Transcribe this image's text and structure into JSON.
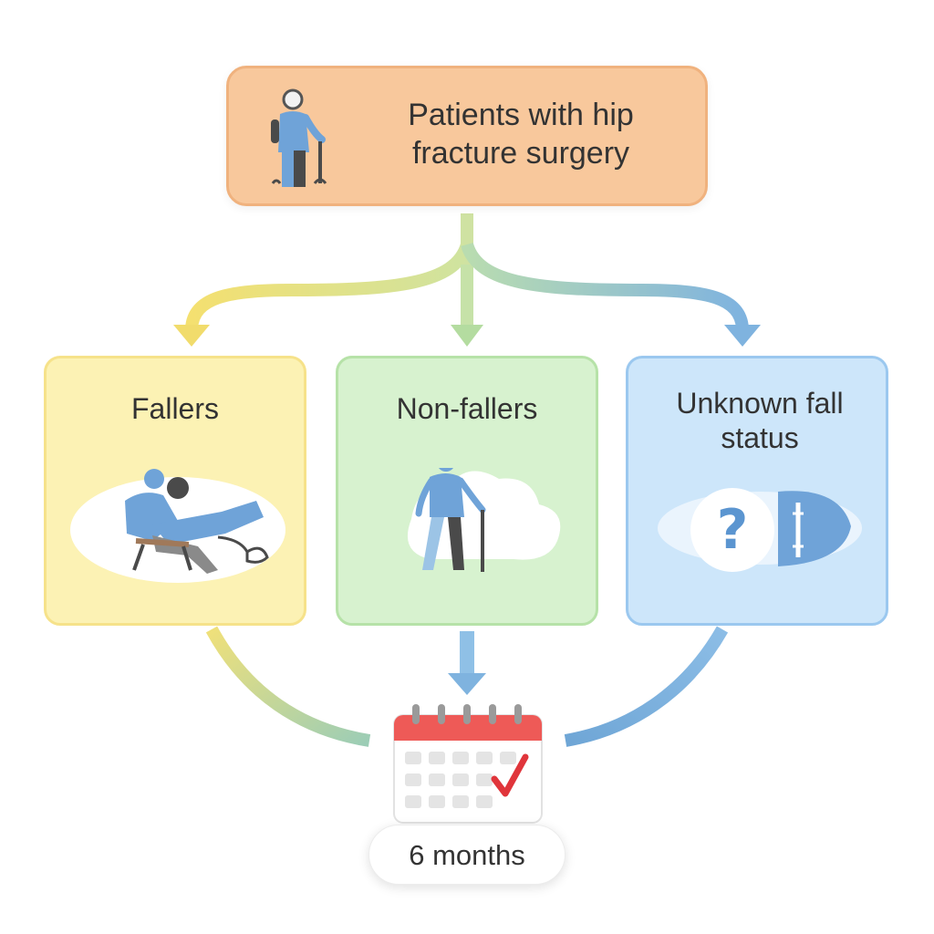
{
  "top": {
    "title": "Patients with hip fracture surgery",
    "icon": "elderly-person-with-cane-icon"
  },
  "categories": [
    {
      "label": "Fallers",
      "icon": "person-falling-from-chair-icon",
      "color": "#fcf2b4"
    },
    {
      "label": "Non-fallers",
      "icon": "person-walking-with-cane-icon",
      "color": "#d7f2cf"
    },
    {
      "label": "Unknown fall status",
      "icon": "question-mark-icon",
      "color": "#cde6fa"
    }
  ],
  "followup": {
    "label": "6 months",
    "icon": "calendar-check-icon"
  },
  "colors": {
    "top_box": "#f8c89c",
    "figure": "#6fa3d8",
    "arrow_yellow": "#f2df6e",
    "arrow_green": "#b4dca0",
    "arrow_blue": "#7fb3df",
    "calendar_header": "#ee5a57",
    "check": "#e0353b"
  }
}
